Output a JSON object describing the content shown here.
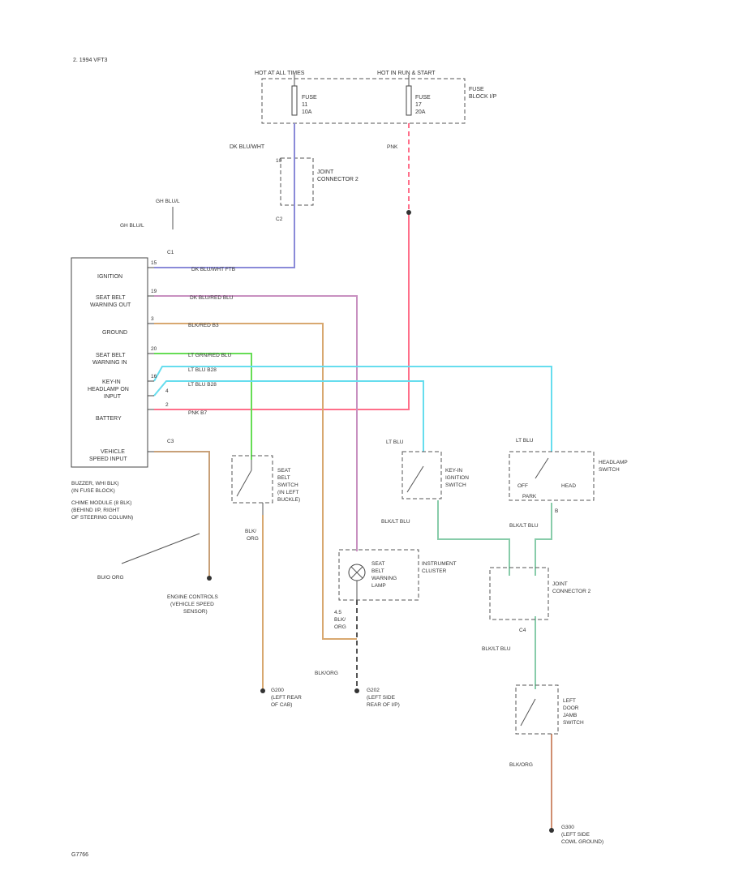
{
  "colors": {
    "ignition_wire": "#8a8ad8",
    "warning_out_wire": "#c890c0",
    "ground_wire": "#d8a870",
    "warning_in_wire": "#66dd55",
    "lt_blu_wire": "#66ddee",
    "battery_wire": "#ff6f8a",
    "speed_wire": "#c8a078",
    "blk_lt_blu_wire": "#88ccaa",
    "blk_org_wire": "#d08e70",
    "ink": "#444444"
  },
  "labels": {
    "page_header": "2. 1994 VFT3",
    "footer_code": "G7766",
    "fuse_top_left": "HOT AT ALL TIMES",
    "fuse_top_right": "HOT IN RUN & START",
    "fuse_block": [
      "FUSE",
      "BLOCK I/P"
    ],
    "fuse_left": [
      "FUSE",
      "11",
      "10A"
    ],
    "fuse_right": [
      "FUSE",
      "17",
      "20A"
    ],
    "wire_pnk_top": "PNK",
    "wire_dk_blu_wht": "DK BLU/WHT",
    "joint_conn_top": [
      "JOINT",
      "CONNECTOR 2"
    ],
    "pin_c1": "C1",
    "pin_c2_top": "C2",
    "s_blu_top": "GH BLU/L",
    "s_blu_bottom": "GH BLU/L",
    "module_ignition": "IGNITION",
    "module_warning_out": [
      "SEAT BELT",
      "WARNING OUT"
    ],
    "module_ground": "GROUND",
    "module_warning_in": [
      "SEAT BELT",
      "WARNING IN"
    ],
    "module_headlamp": [
      "KEY-IN",
      "HEADLAMP ON",
      "INPUT"
    ],
    "module_battery": "BATTERY",
    "module_speed": [
      "VEHICLE",
      "SPEED INPUT"
    ],
    "wire_ignition": "DK BLU/WHT  FTB",
    "wire_warning_out": "DK BLU/RED    BLU",
    "wire_ground": "BLK/RED   B3",
    "wire_warning_in": "LT GRN/RED   BLU",
    "wire_lt_blu_1": "LT BLU    B28",
    "wire_lt_blu_2": "LT BLU    B28",
    "wire_battery": "PNK    B7",
    "pin_c3": "C3",
    "module_location": [
      "BUZZER, WHI BLK)",
      "(IN FUSE BLOCK)",
      "CHIME MODULE (8 BLK)",
      "(BEHIND I/P, RIGHT",
      "OF STEERING COLUMN)"
    ],
    "pin_bu_org": "BU/O ORG",
    "engine_sensor": [
      "ENGINE CONTROLS",
      "(VEHICLE SPEED",
      "SENSOR)"
    ],
    "seat_belt_switch": [
      "SEAT",
      "BELT",
      "SWITCH",
      "(IN LEFT",
      "BUCKLE)"
    ],
    "wire_blk_org": "BLK/",
    "wire_blk_org2": "ORG",
    "keyin_switch": [
      "KEY-IN",
      "IGNITION",
      "SWITCH"
    ],
    "lt_blu_a": "LT BLU",
    "lt_blu_b": "LT BLU",
    "headlamp_switch": [
      "HEADLAMP",
      "SWITCH"
    ],
    "hl_off": "OFF",
    "hl_park": "PARK",
    "hl_head": "HEAD",
    "hl_pin": "B",
    "wire_blk_lt_blu_1": "BLK/LT BLU",
    "wire_blk_lt_blu_2": "BLK/LT BLU",
    "wire_blk_lt_blu_3": "BLK/LT BLU",
    "lamp": [
      "SEAT",
      "BELT",
      "WARNING",
      "LAMP"
    ],
    "instrument_cluster": [
      "INSTRUMENT",
      "CLUSTER"
    ],
    "joint_conn_mid": [
      "JOINT",
      "CONNECTOR 2"
    ],
    "pin_c4": "C4",
    "wire_blk_red_vert": [
      "4.5",
      "BLK/",
      "ORG"
    ],
    "wire_blk_org_lbl": "BLK/ORG",
    "ground_g200": [
      "G200",
      "(LEFT REAR",
      "OF CAB)"
    ],
    "ground_g202": [
      "G202",
      "(LEFT SIDE",
      "REAR OF I/P)"
    ],
    "door_switch": [
      "LEFT",
      "DOOR",
      "JAMB",
      "SWITCH"
    ],
    "ground_g300": [
      "G300",
      "(LEFT SIDE",
      "COWL GROUND)"
    ],
    "wire_blk_org_bottom": "BLK/ORG"
  }
}
